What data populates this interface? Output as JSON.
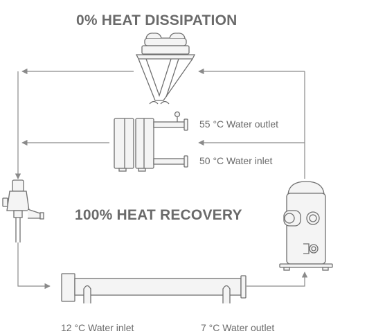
{
  "titles": {
    "top": "0% HEAT DISSIPATION",
    "middle": "100% HEAT RECOVERY"
  },
  "labels": {
    "hot_outlet": "55 °C Water outlet",
    "hot_inlet": "50 °C Water inlet",
    "cold_inlet": "12 °C Water inlet",
    "cold_outlet": "7 °C Water outlet"
  },
  "colors": {
    "line": "#7a7a7a",
    "text": "#6a6a6a",
    "fill": "#f4f4f4"
  },
  "icons": [
    "dry-cooler-icon",
    "condenser-heat-exchanger-icon",
    "expansion-valve-icon",
    "evaporator-icon",
    "compressor-icon"
  ]
}
